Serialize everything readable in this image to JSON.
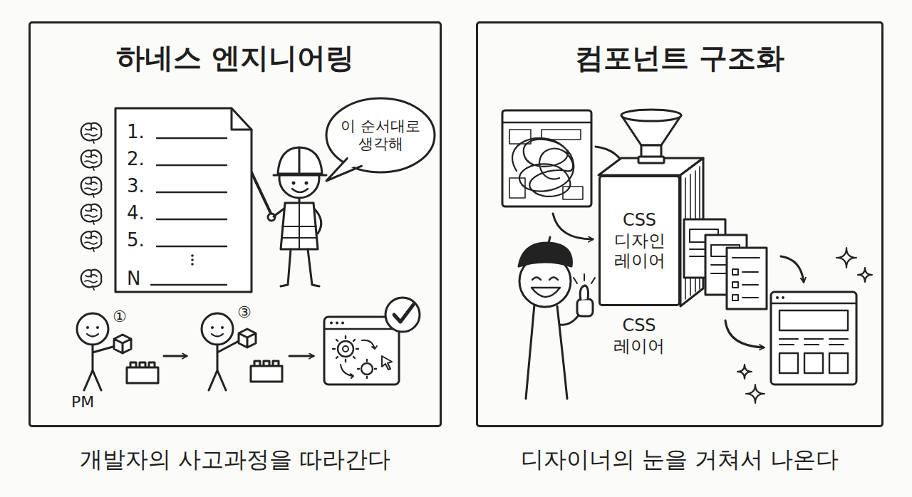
{
  "diagram": {
    "nodes": [
      {
        "text": [
          "하네스 엔지니어링"
        ]
      },
      {
        "text": [
          "1.",
          "2.",
          "3.",
          "4.",
          "5.",
          "N"
        ],
        "in": 0
      },
      {
        "text": [
          "이 순서대로 생각해"
        ],
        "in": 0
      },
      {
        "text": [
          "컴포넌트 구조화"
        ]
      },
      {
        "text": [
          "CSS 디자인 레이어",
          "CSS 레이어"
        ],
        "in": 3
      }
    ],
    "labels": [
      "①",
      "③",
      "PM",
      "개발자의 사고과정을 따라간다",
      "디자이너의 눈을 거쳐서 나온다"
    ]
  }
}
